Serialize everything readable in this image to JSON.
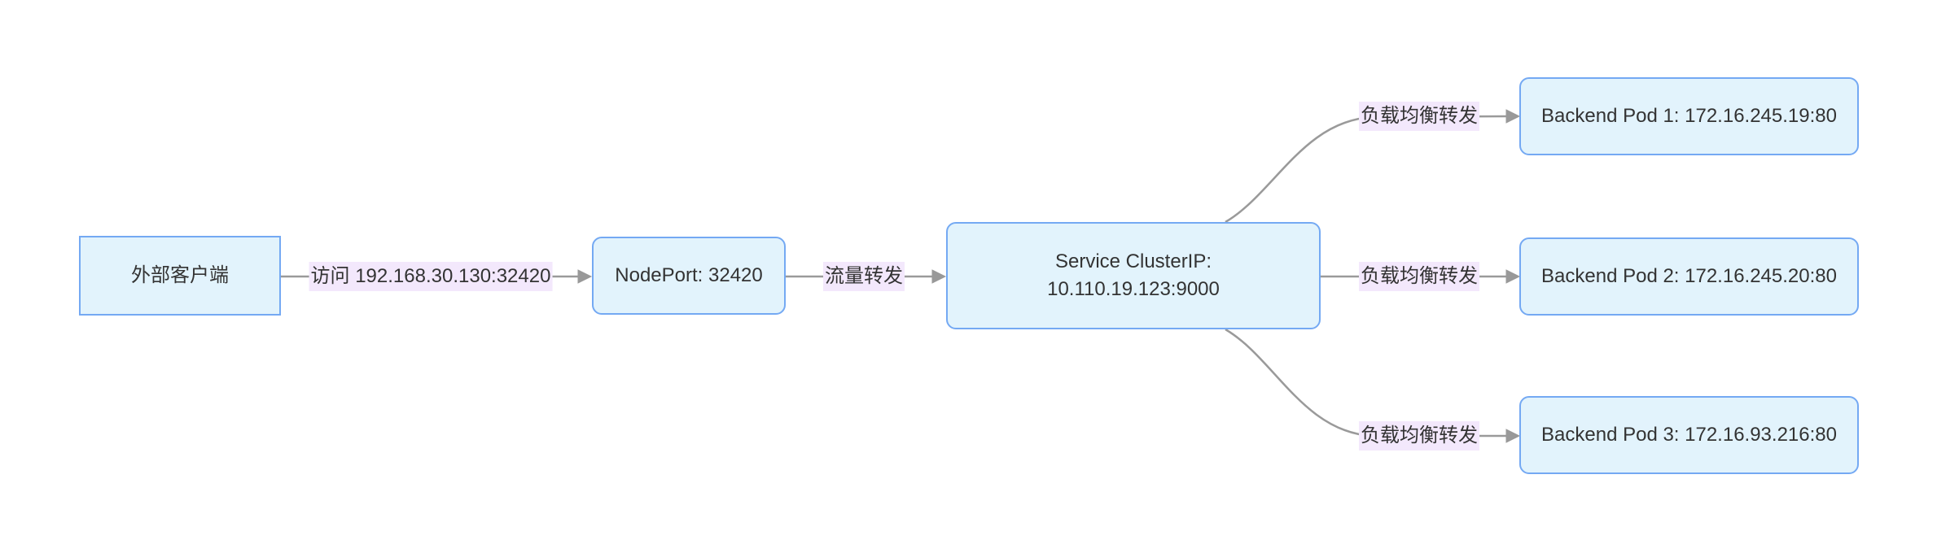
{
  "diagram": {
    "type": "flowchart",
    "direction": "left-to-right",
    "background": "#ffffff",
    "colors": {
      "background": "#ffffff",
      "node_fill": "#e2f3fc",
      "node_border": "#74a9f3",
      "edge_line": "#9a9a9a",
      "arrowhead": "#999999",
      "edge_label_bg": "#f3e8fc",
      "text": "#333333"
    },
    "nodes": [
      {
        "id": "client",
        "label": "外部客户端",
        "shape": "rect"
      },
      {
        "id": "nodeport",
        "label": "NodePort: 32420",
        "shape": "rounded"
      },
      {
        "id": "service",
        "lines": [
          "Service ClusterIP:",
          "10.110.19.123:9000"
        ],
        "shape": "rounded"
      },
      {
        "id": "pod1",
        "label": "Backend Pod 1: 172.16.245.19:80",
        "shape": "rounded"
      },
      {
        "id": "pod2",
        "label": "Backend Pod 2: 172.16.245.20:80",
        "shape": "rounded"
      },
      {
        "id": "pod3",
        "label": "Backend Pod 3: 172.16.93.216:80",
        "shape": "rounded"
      }
    ],
    "edges": [
      {
        "from": "client",
        "to": "nodeport",
        "label": "访问 192.168.30.130:32420"
      },
      {
        "from": "nodeport",
        "to": "service",
        "label": "流量转发"
      },
      {
        "from": "service",
        "to": "pod1",
        "label": "负载均衡转发"
      },
      {
        "from": "service",
        "to": "pod2",
        "label": "负载均衡转发"
      },
      {
        "from": "service",
        "to": "pod3",
        "label": "负载均衡转发"
      }
    ]
  }
}
